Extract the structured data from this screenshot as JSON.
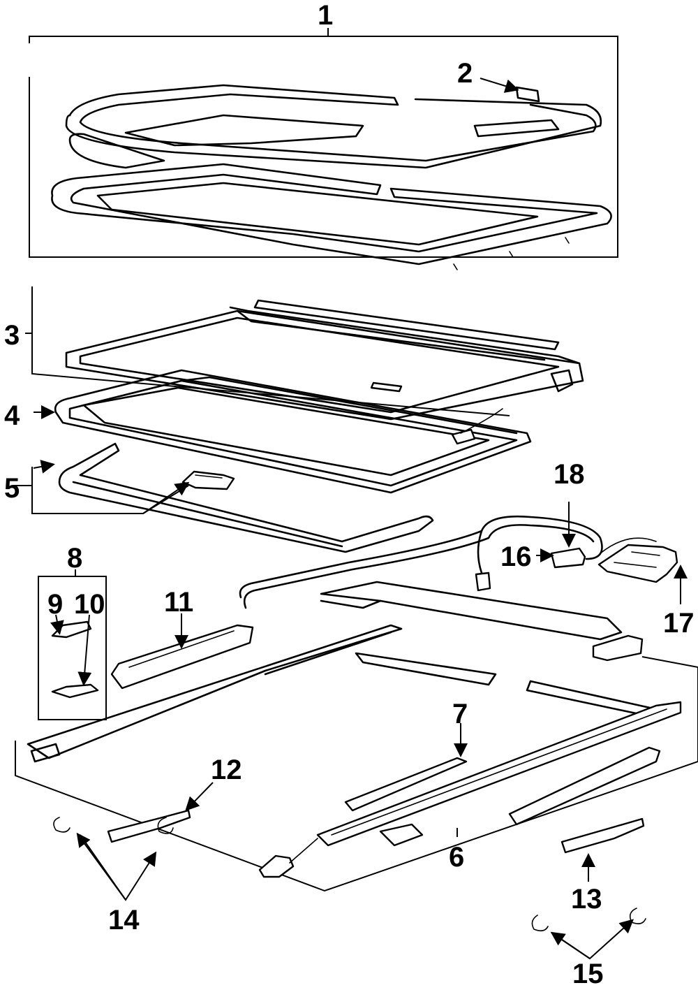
{
  "callouts": {
    "c1": "1",
    "c2": "2",
    "c3": "3",
    "c4": "4",
    "c5": "5",
    "c6": "6",
    "c7": "7",
    "c8": "8",
    "c9": "9",
    "c10": "10",
    "c11": "11",
    "c12": "12",
    "c13": "13",
    "c14": "14",
    "c15": "15",
    "c16": "16",
    "c17": "17",
    "c18": "18"
  },
  "colors": {
    "ink": "#000000",
    "paper": "#ffffff"
  }
}
